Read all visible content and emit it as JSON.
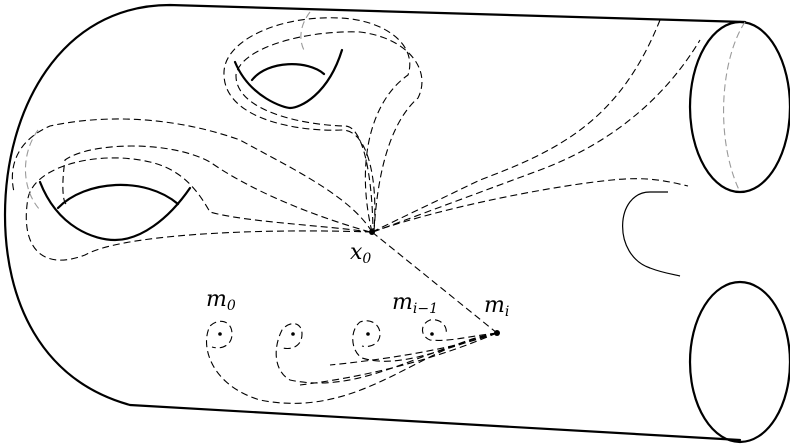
{
  "labels": {
    "base_point": {
      "name": "x",
      "sub": "0"
    },
    "m0": {
      "name": "m",
      "sub": "0"
    },
    "m_im1": {
      "name": "m",
      "sub": "i−1"
    },
    "m_i": {
      "name": "m",
      "sub": "i"
    }
  },
  "colors": {
    "line": "#000000",
    "hidden_line": "#9a9a9a",
    "background": "#ffffff"
  }
}
